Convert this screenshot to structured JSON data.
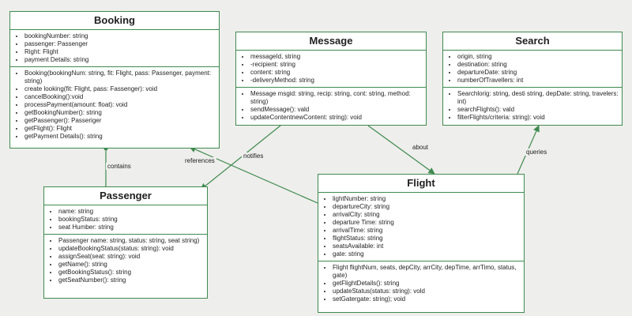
{
  "classes": {
    "booking": {
      "name": "Booking",
      "attributes": [
        "bookingNumber: string",
        "passenger: Passenger",
        "Right: Flight",
        "payment Details: string"
      ],
      "methods": [
        "Booking(bookingNum: string, fit: Flight, pass: Passenger, payment: string)",
        "create looking(fit: Flight, pass: Fassenger): void",
        "cancelBooking():void",
        "processPayment(amount: float): void",
        "getBookingNumber(): string",
        "getPassenger(): Passeriger",
        "getFlight(): Flight",
        "getPayment Details(): string"
      ]
    },
    "message": {
      "name": "Message",
      "attributes": [
        "messageId, string",
        "-recipient: string",
        "content: string",
        "-deliveryMethod: string"
      ],
      "methods": [
        "Message msgid: string, recip: string, cont: string, method: string)",
        "sendMessage(): vald",
        "updateContentnewContent: string): void"
      ]
    },
    "search": {
      "name": "Search",
      "attributes": [
        "origin, string",
        "destination: string",
        "departureDate: string",
        "numberOfTravellers: int"
      ],
      "methods": [
        "Searchlorig: string, desti string, depDate: string, travelers: int)",
        "searchFlights(): vald",
        "filterFlights/criteria: string): void"
      ]
    },
    "passenger": {
      "name": "Passenger",
      "attributes": [
        "name: string",
        "bookingStatus: string",
        "seat Humber: string"
      ],
      "methods": [
        "Passenger name: string, status: string, seat string)",
        "updateBookingStatus(status: string): void",
        "assignSeat(seat: string): void",
        "getName(): string",
        "getBookingStatus(): string",
        "getSeatNumber(): string"
      ]
    },
    "flight": {
      "name": "Flight",
      "attributes": [
        "lightNumber: string",
        "departureCity: string",
        "arrivalCity: string",
        "departure Time: string",
        "arrivalTime: string",
        "flightStatus: string",
        "seatsAvailable: int",
        "gate: string"
      ],
      "methods": [
        "Flight flightNum, seats, depCity, arrCity, depTime, arrTimo, status, gate)",
        "getFlightDetails(): string",
        "updateStatus(status: string): vold",
        "setGatergate: string); void"
      ]
    }
  },
  "relations": {
    "contains": "contains",
    "references": "references",
    "notifies": "notifies",
    "about": "about",
    "queries": "queries"
  },
  "colors": {
    "border": "#3f8a4f",
    "background": "#eeeeec",
    "box": "#ffffff"
  }
}
